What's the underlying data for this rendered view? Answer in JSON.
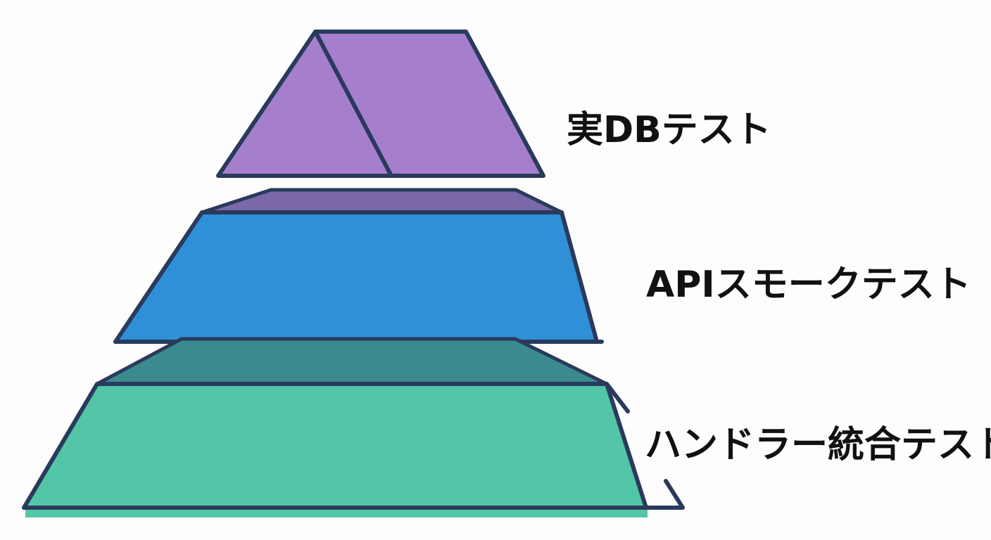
{
  "diagram": {
    "type": "pyramid",
    "outline_color": "#2a3a5c",
    "tiers": [
      {
        "label": "実DBテスト",
        "color": "#a67fcc",
        "shade_color": "#7a68a8"
      },
      {
        "label": "APIスモークテスト",
        "color": "#2f90d8",
        "shade_color": "#3b8a8e"
      },
      {
        "label": "ハンドラー統合テスト",
        "color": "#52c6a6",
        "shade_color": "#3f8f86"
      }
    ]
  }
}
